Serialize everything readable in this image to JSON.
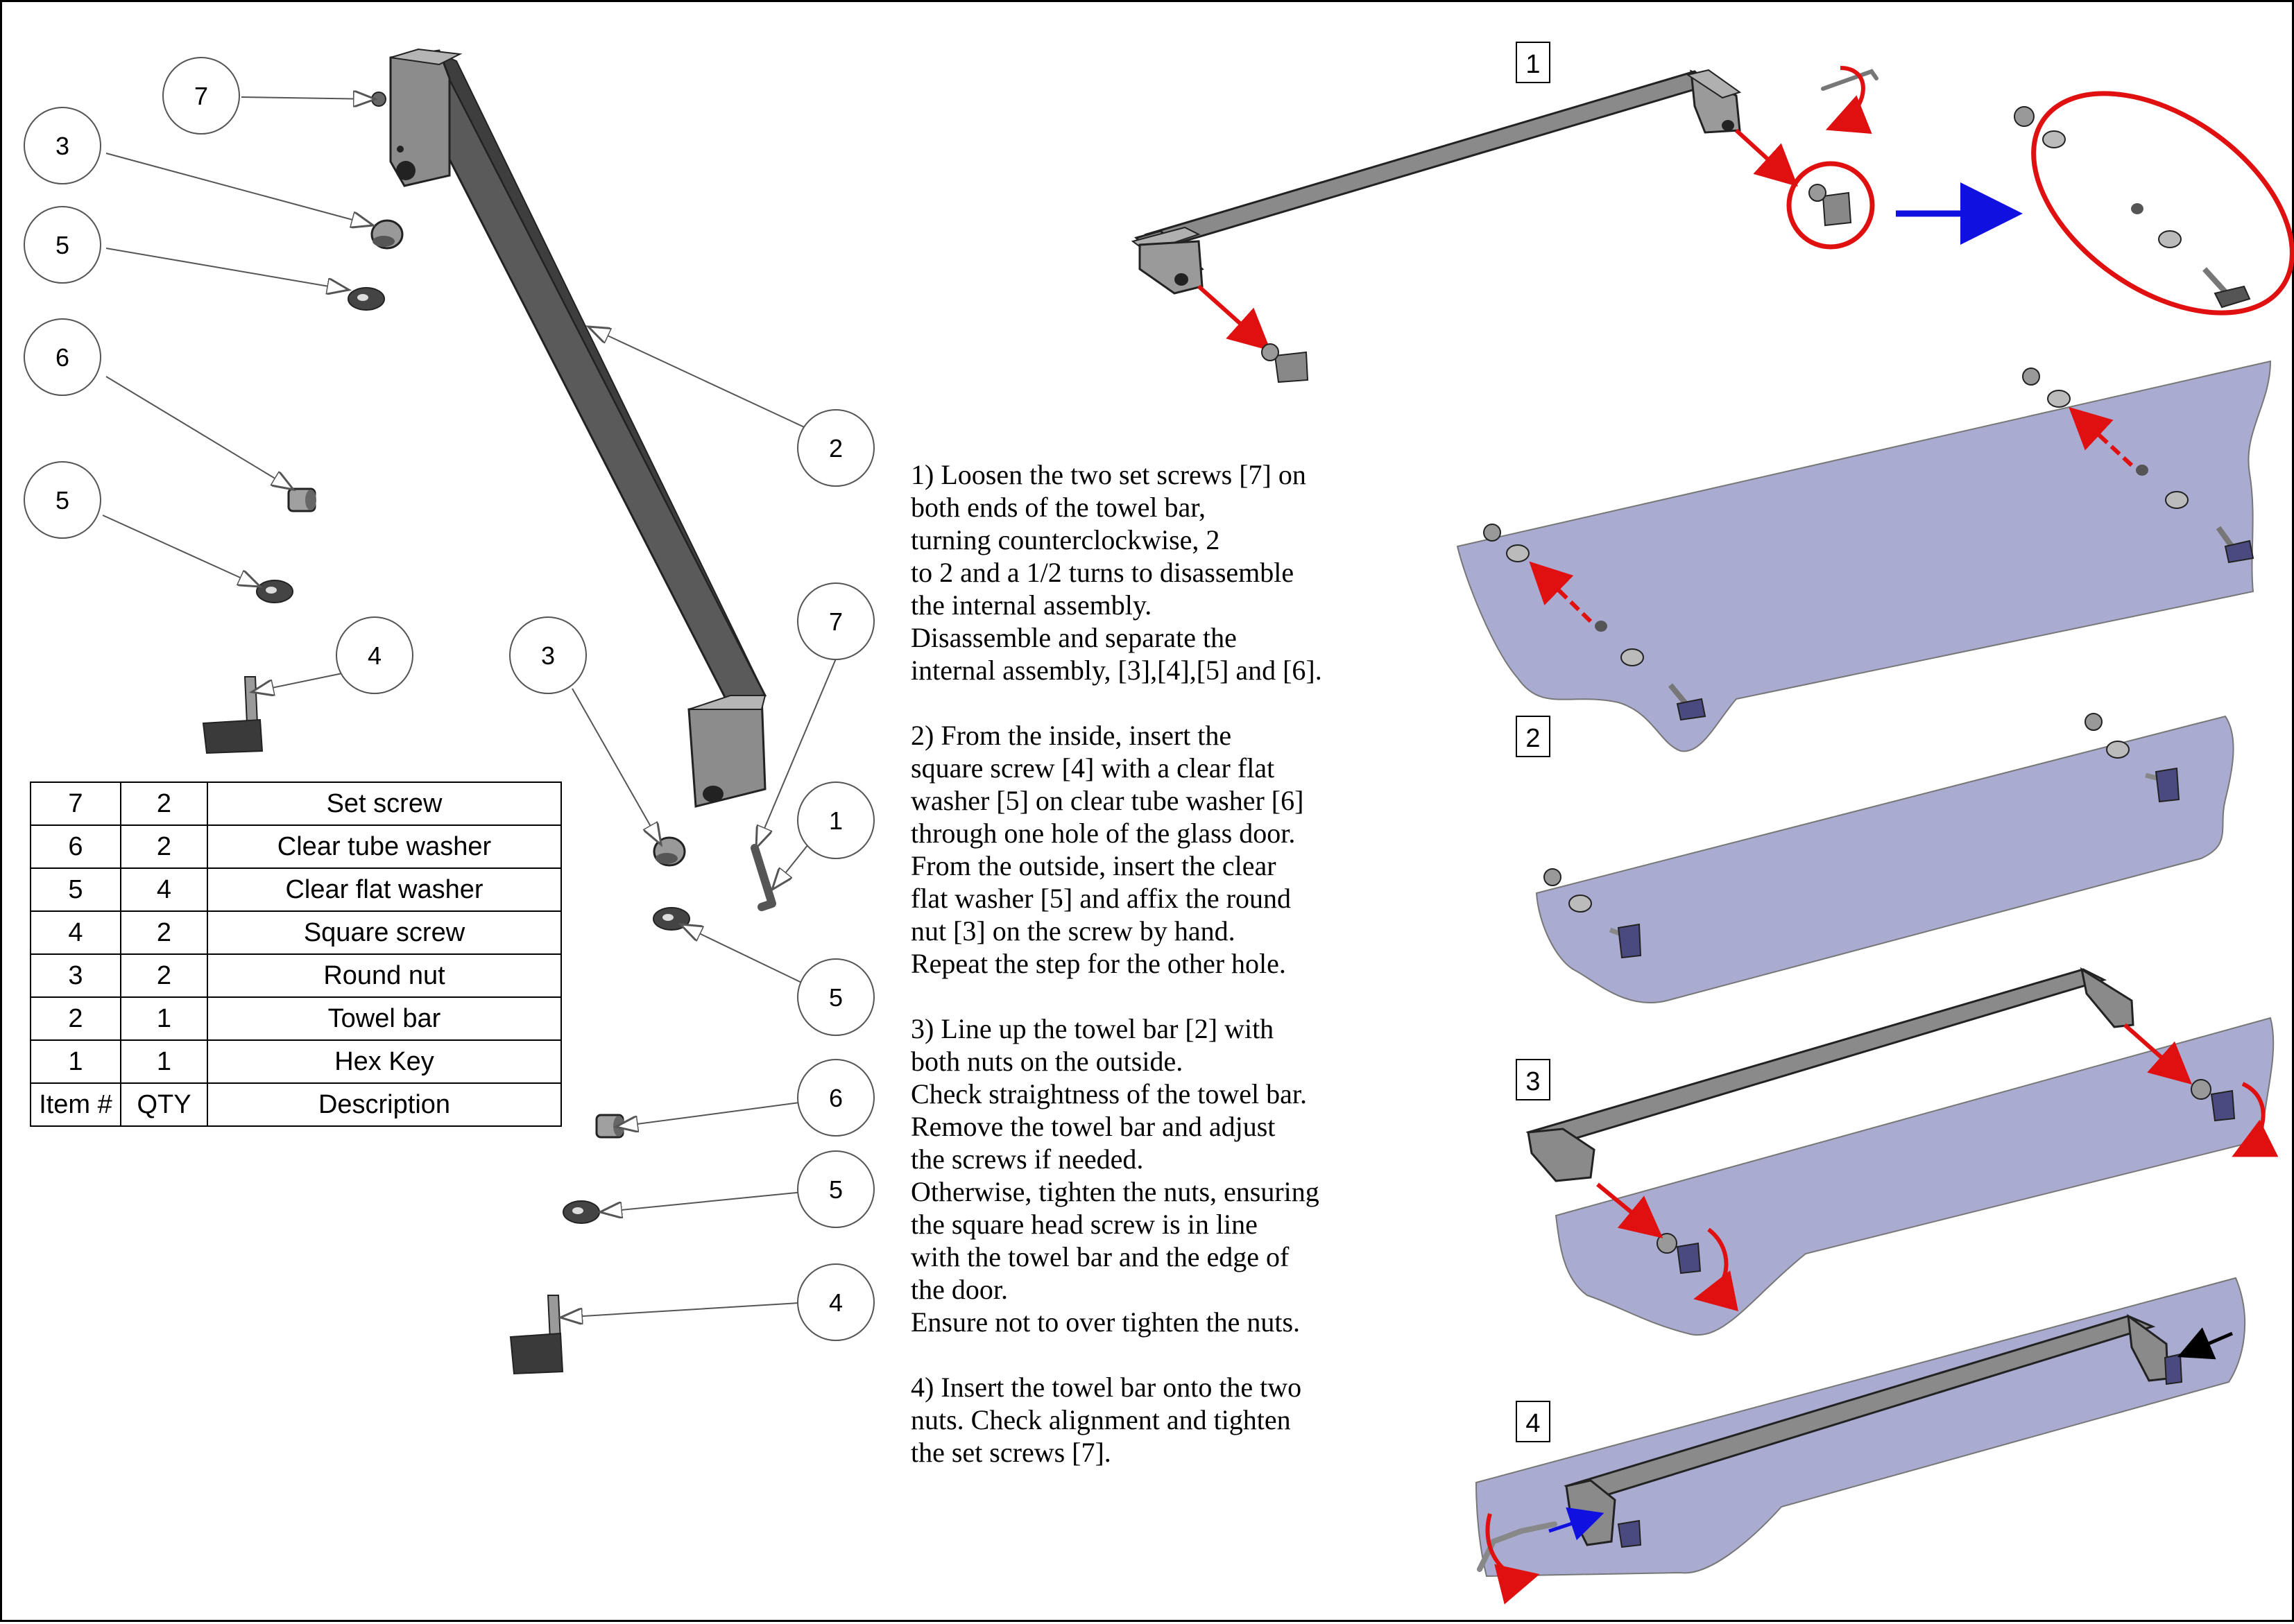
{
  "callouts": {
    "exploded": [
      "7",
      "3",
      "5",
      "6",
      "5",
      "4",
      "2",
      "3",
      "7",
      "1",
      "5",
      "6",
      "5",
      "4"
    ]
  },
  "parts_table": {
    "rows": [
      {
        "item": "7",
        "qty": "2",
        "description": "Set screw"
      },
      {
        "item": "6",
        "qty": "2",
        "description": "Clear tube washer"
      },
      {
        "item": "5",
        "qty": "4",
        "description": "Clear flat washer"
      },
      {
        "item": "4",
        "qty": "2",
        "description": "Square screw"
      },
      {
        "item": "3",
        "qty": "2",
        "description": "Round nut"
      },
      {
        "item": "2",
        "qty": "1",
        "description": "Towel bar"
      },
      {
        "item": "1",
        "qty": "1",
        "description": "Hex Key"
      }
    ],
    "header": {
      "item": "Item #",
      "qty": "QTY",
      "description": "Description"
    }
  },
  "instructions": [
    "1) Loosen the two set screws [7] on\nboth ends of the towel bar,\nturning counterclockwise, 2\nto 2 and a 1/2 turns to disassemble\nthe internal assembly.\nDisassemble and separate the\ninternal assembly, [3],[4],[5] and [6].",
    "2) From the inside, insert the\nsquare screw [4] with a clear flat\nwasher [5] on clear tube washer [6]\nthrough one hole of the glass door.\nFrom the outside, insert the clear\nflat washer [5] and affix the round\nnut [3] on the screw by hand.\nRepeat the step for the other hole.",
    "3) Line up the towel bar [2] with\nboth nuts on the outside.\nCheck straightness of the towel bar.\nRemove the towel bar and adjust\nthe screws if needed.\nOtherwise, tighten the nuts, ensuring\nthe square head screw is in line\nwith the towel bar and the edge of\nthe door.\nEnsure not to over tighten the nuts.",
    "4) Insert the towel bar onto the two\nnuts. Check alignment and tighten\nthe set screws [7]."
  ],
  "steps": [
    "1",
    "2",
    "3",
    "4"
  ],
  "colors": {
    "glass": "#a9abd0",
    "red_arrow": "#e01010",
    "blue_arrow": "#1010e0",
    "metal": "#8a8a8a",
    "metal_dark": "#4a4a4a"
  }
}
